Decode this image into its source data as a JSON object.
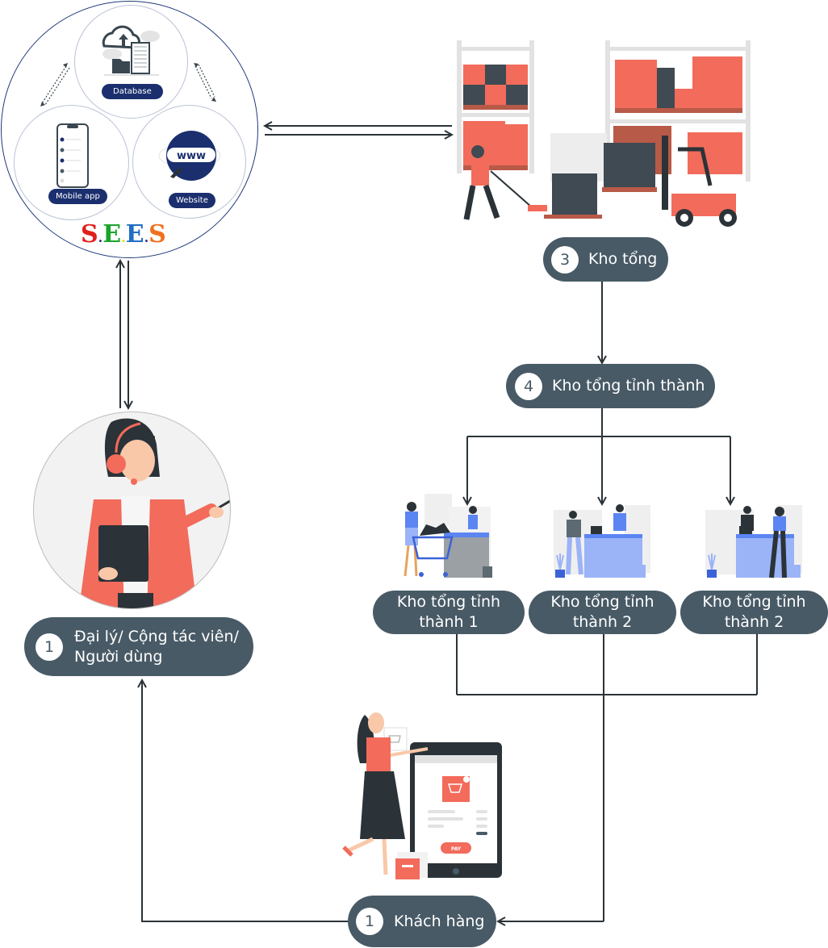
{
  "sees": {
    "logo_letters": [
      "S",
      "E",
      "E",
      "S"
    ],
    "logo_colors": [
      "#e0201b",
      "#1aa52a",
      "#1f6fc2",
      "#f07020"
    ],
    "dot_colors": [
      "#3a2a80",
      "#f0e020",
      "#3a2a80"
    ],
    "dot_char": ".",
    "components": {
      "database": "Database",
      "mobile_app": "Mobile app",
      "website": "Website",
      "website_globe_text": "www"
    }
  },
  "nodes": {
    "kho_tong": {
      "number": "3",
      "label": "Kho tổng"
    },
    "kho_tinh_thanh": {
      "number": "4",
      "label": "Kho tổng tỉnh thành"
    },
    "branches": [
      {
        "label": "Kho tổng tỉnh thành 1"
      },
      {
        "label": "Kho tổng tỉnh thành 2"
      },
      {
        "label": "Kho tổng tỉnh thành 2"
      }
    ],
    "dai_ly": {
      "number": "1",
      "label": "Đại lý/ Cộng tác viên/ Người dùng"
    },
    "khach_hang": {
      "number": "1",
      "label": "Khách hàng"
    }
  },
  "illustrations": {
    "checkout_pay_button": "PAY"
  },
  "colors": {
    "pill": "#485a66",
    "line": "#2b3338",
    "accent_red": "#f26b5b",
    "navy": "#1b2f6e",
    "blue": "#5b86f2"
  }
}
